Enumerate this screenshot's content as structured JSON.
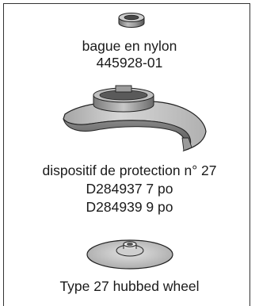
{
  "items": [
    {
      "icon": "nylon-ring-icon",
      "lines": [
        "bague en nylon",
        "445928-01"
      ]
    },
    {
      "icon": "guard-icon",
      "lines": [
        "dispositif de protection n° 27",
        "D284937 7 po",
        "D284939 9 po"
      ]
    },
    {
      "icon": "hubbed-wheel-icon",
      "lines": [
        "Type 27 hubbed wheel"
      ]
    }
  ]
}
